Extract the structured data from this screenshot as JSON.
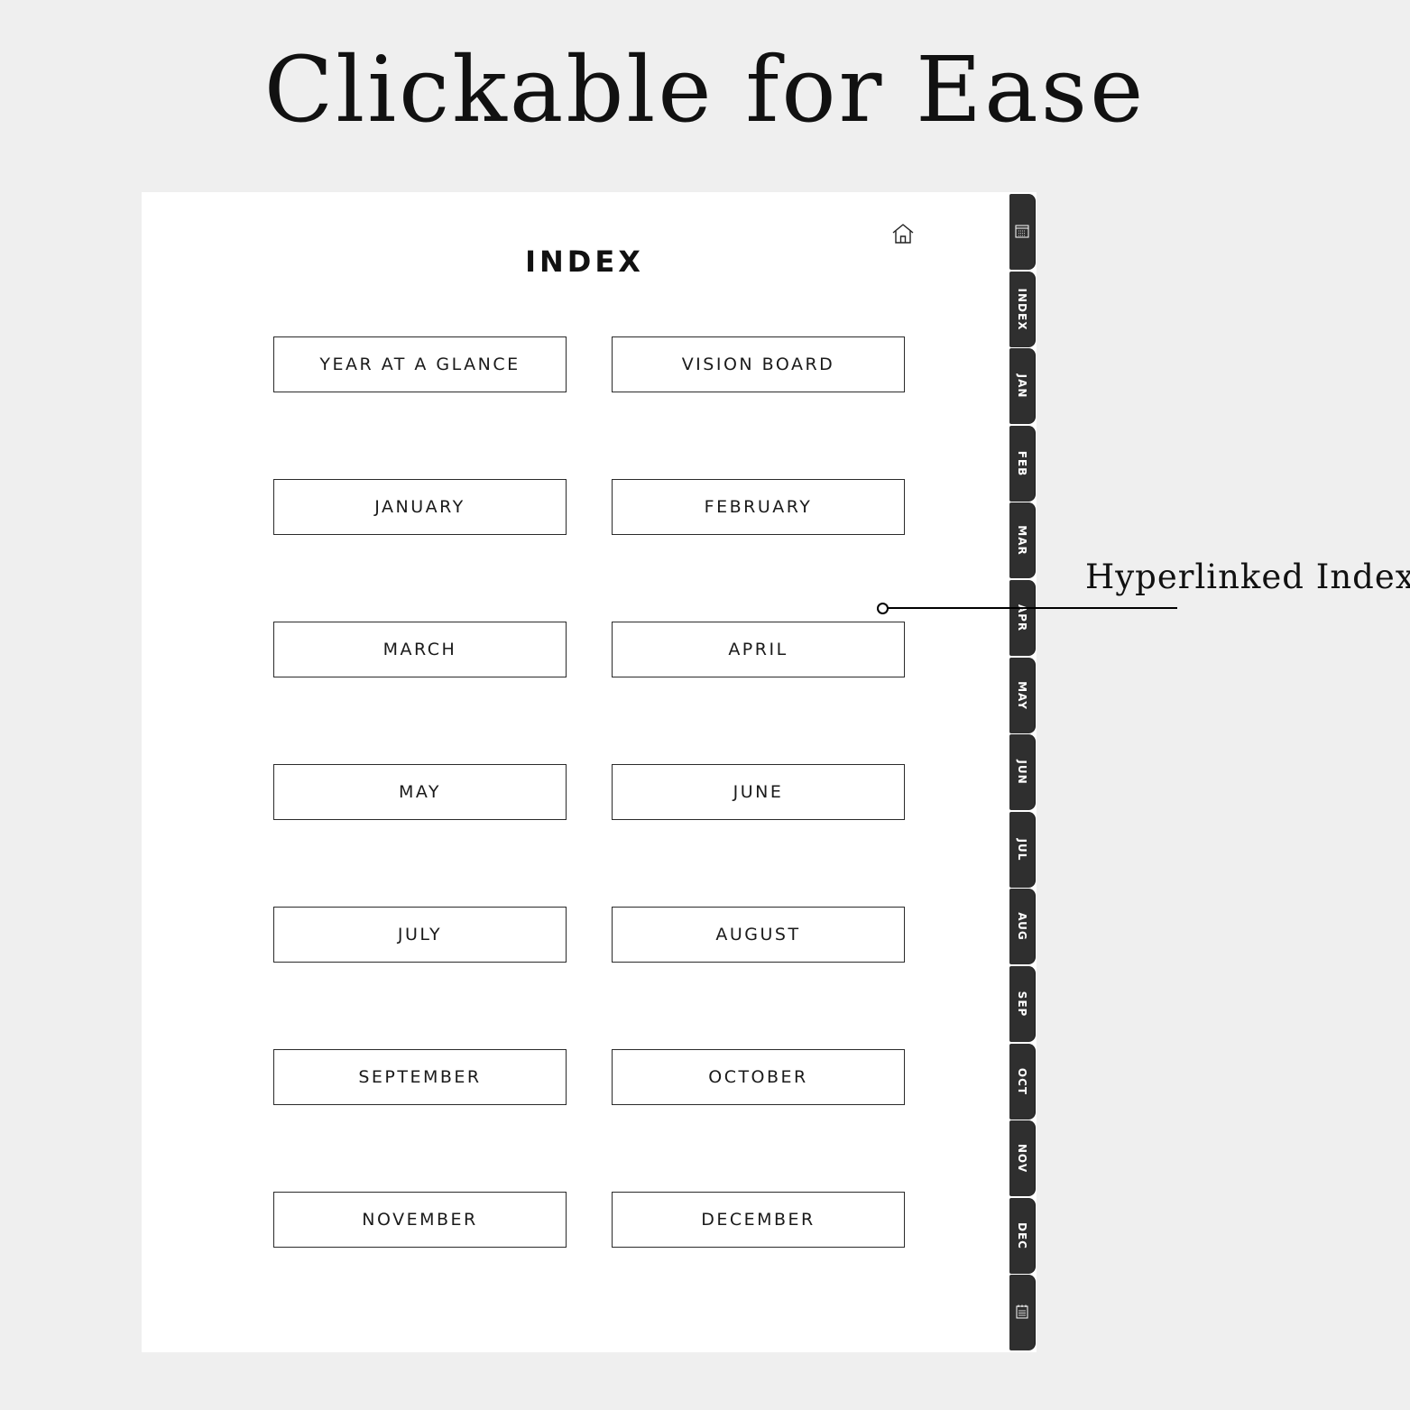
{
  "headline": "Clickable for Ease",
  "page": {
    "title": "INDEX",
    "home_icon": "home-icon",
    "links": [
      {
        "label": "YEAR AT A GLANCE",
        "id": "year-at-a-glance"
      },
      {
        "label": "VISION BOARD",
        "id": "vision-board"
      },
      {
        "label": "JANUARY",
        "id": "january"
      },
      {
        "label": "FEBRUARY",
        "id": "february"
      },
      {
        "label": "MARCH",
        "id": "march"
      },
      {
        "label": "APRIL",
        "id": "april"
      },
      {
        "label": "MAY",
        "id": "may"
      },
      {
        "label": "JUNE",
        "id": "june"
      },
      {
        "label": "JULY",
        "id": "july"
      },
      {
        "label": "AUGUST",
        "id": "august"
      },
      {
        "label": "SEPTEMBER",
        "id": "september"
      },
      {
        "label": "OCTOBER",
        "id": "october"
      },
      {
        "label": "NOVEMBER",
        "id": "november"
      },
      {
        "label": "DECEMBER",
        "id": "december"
      }
    ]
  },
  "tabs": [
    {
      "icon": "calendar-icon"
    },
    {
      "label": "INDEX"
    },
    {
      "label": "JAN"
    },
    {
      "label": "FEB"
    },
    {
      "label": "MAR"
    },
    {
      "label": "APR"
    },
    {
      "label": "MAY"
    },
    {
      "label": "JUN"
    },
    {
      "label": "JUL"
    },
    {
      "label": "AUG"
    },
    {
      "label": "SEP"
    },
    {
      "label": "OCT"
    },
    {
      "label": "NOV"
    },
    {
      "label": "DEC"
    },
    {
      "icon": "notes-icon"
    }
  ],
  "callout": {
    "text": "Hyperlinked  Index"
  },
  "colors": {
    "background": "#efefef",
    "page": "#ffffff",
    "tab": "#2f2f2f",
    "ink": "#111111"
  }
}
